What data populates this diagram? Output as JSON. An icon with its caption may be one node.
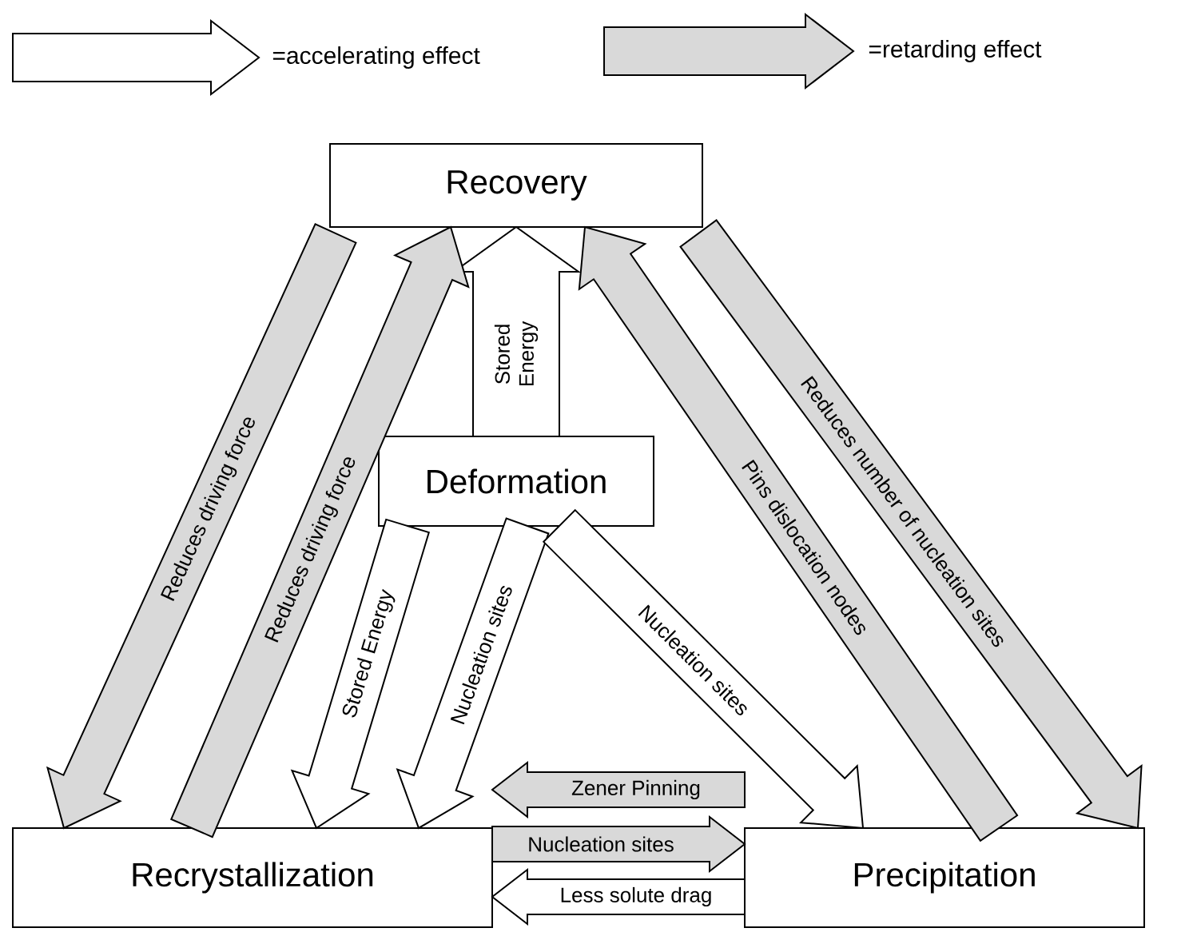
{
  "diagram": {
    "nodes": [
      {
        "text": [
          "Recovery"
        ]
      },
      {
        "text": [
          "Deformation"
        ]
      },
      {
        "text": [
          "Recrystallization"
        ]
      },
      {
        "text": [
          "Precipitation"
        ]
      }
    ],
    "edges": [
      {
        "from": 1,
        "to": 0,
        "arrow": "to",
        "label": "Stored Energy",
        "color": "#ffffff"
      },
      {
        "from": 0,
        "to": 2,
        "arrow": "to",
        "label": "Reduces driving force",
        "color": "#d9d9d9"
      },
      {
        "from": 2,
        "to": 0,
        "arrow": "to",
        "label": "Reduces driving force",
        "color": "#d9d9d9"
      },
      {
        "from": 1,
        "to": 2,
        "arrow": "to",
        "label": "Stored Energy",
        "color": "#ffffff"
      },
      {
        "from": 1,
        "to": 2,
        "arrow": "to",
        "label": "Nucleation sites",
        "color": "#ffffff"
      },
      {
        "from": 1,
        "to": 3,
        "arrow": "to",
        "label": "Nucleation sites",
        "color": "#ffffff"
      },
      {
        "from": 3,
        "to": 0,
        "arrow": "to",
        "label": "Pins dislocation nodes",
        "color": "#d9d9d9"
      },
      {
        "from": 0,
        "to": 3,
        "arrow": "to",
        "label": "Reduces number of nucleation sites",
        "color": "#d9d9d9"
      },
      {
        "from": 3,
        "to": 2,
        "arrow": "to",
        "label": "Zener Pinning",
        "color": "#d9d9d9"
      },
      {
        "from": 2,
        "to": 3,
        "arrow": "to",
        "label": "Nucleation sites",
        "color": "#d9d9d9"
      },
      {
        "from": 3,
        "to": 2,
        "arrow": "to",
        "label": "Less solute drag",
        "color": "#ffffff"
      }
    ],
    "legend": [
      {
        "text": "=accelerating effect"
      },
      {
        "text": "=retarding effect",
        "color": "#d9d9d9"
      }
    ]
  }
}
